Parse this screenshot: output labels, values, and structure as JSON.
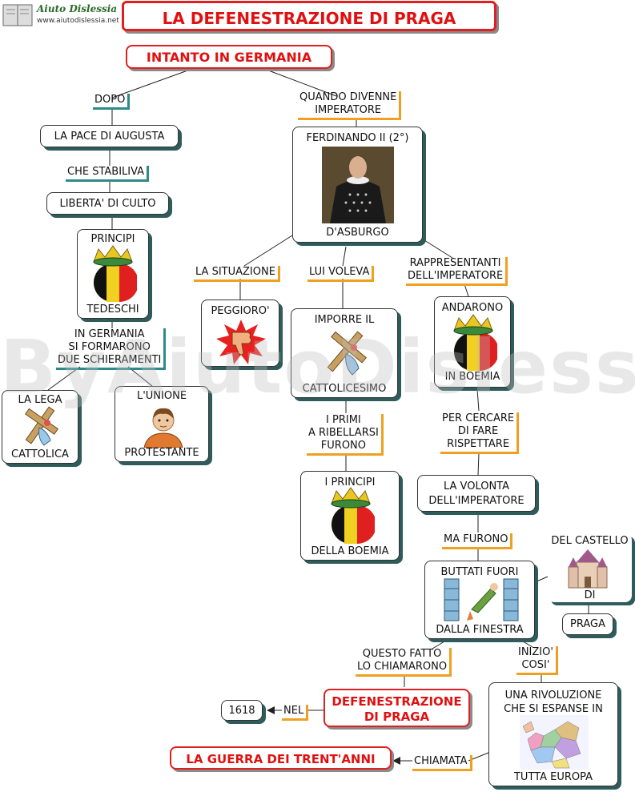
{
  "header": {
    "logo_title": "Aiuto Dislessia",
    "logo_url": "www.aiutodislessia.net",
    "title": "LA DEFENESTRAZIONE DI PRAGA"
  },
  "watermark": "ByAiutoDislessia.net",
  "nodes": {
    "intanto": "INTANTO IN GERMANIA",
    "pace": "LA PACE DI AUGUSTA",
    "liberta": "LIBERTA' DI CULTO",
    "principi_top": "PRINCIPI",
    "principi_bottom": "TEDESCHI",
    "lega_top": "LA LEGA",
    "lega_bottom": "CATTOLICA",
    "unione_top": "L'UNIONE",
    "unione_bottom": "PROTESTANTE",
    "ferd_top": "FERDINANDO II (2°)",
    "ferd_bottom": "D'ASBURGO",
    "peggioro": "PEGGIORO'",
    "imporre_top": "IMPORRE IL",
    "imporre_bottom": "CATTOLICESIMO",
    "andarono_top": "ANDARONO",
    "andarono_bottom": "IN BOEMIA",
    "iprincipi_top": "I PRINCIPI",
    "iprincipi_bottom": "DELLA BOEMIA",
    "volonta_1": "LA VOLONTA",
    "volonta_2": "DELL'IMPERATORE",
    "buttati_top": "BUTTATI FUORI",
    "buttati_bottom": "DALLA FINESTRA",
    "castello_top": "DEL CASTELLO",
    "castello_bottom": "DI",
    "praga": "PRAGA",
    "defen_1": "DEFENESTRAZIONE",
    "defen_2": "DI PRAGA",
    "year": "1618",
    "rivoluzione_1": "UNA RIVOLUZIONE",
    "rivoluzione_2": "CHE SI ESPANSE IN",
    "rivoluzione_bottom": "TUTTA EUROPA",
    "guerra": "LA GUERRA DEI TRENT'ANNI"
  },
  "links": {
    "dopo": "DOPO",
    "quando_1": "QUANDO DIVENNE",
    "quando_2": "IMPERATORE",
    "che_stabiliva": "CHE STABILIVA",
    "in_germania_1": "IN GERMANIA",
    "in_germania_2": "SI FORMARONO",
    "in_germania_3": "DUE SCHIERAMENTI",
    "situazione": "LA SITUAZIONE",
    "lui_voleva": "LUI VOLEVA",
    "rappr_1": "RAPPRESENTANTI",
    "rappr_2": "DELL'IMPERATORE",
    "primi_1": "I PRIMI",
    "primi_2": "A RIBELLARSI",
    "primi_3": "FURONO",
    "cercare_1": "PER CERCARE",
    "cercare_2": "DI FARE",
    "cercare_3": "RISPETTARE",
    "ma_furono": "MA FURONO",
    "questo_1": "QUESTO FATTO",
    "questo_2": "LO CHIAMARONO",
    "inizio_1": "INIZIO'",
    "inizio_2": "COSI'",
    "nel": "NEL",
    "chiamata": "CHIAMATA"
  },
  "colors": {
    "title_red": "#e01010",
    "teal_shadow": "#2e5c5c",
    "teal_label": "#2e8a8a",
    "orange_label": "#f0a020"
  },
  "icons": [
    "crown-belgian-flag-icon",
    "cross-hand-icon",
    "boy-icon",
    "thumbs-down-icon",
    "emperor-portrait",
    "window-defenestration-icon",
    "castle-icon",
    "europe-map-icon"
  ]
}
